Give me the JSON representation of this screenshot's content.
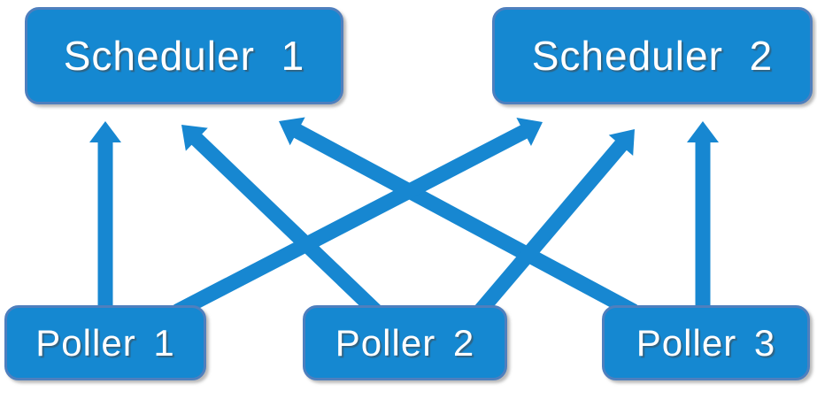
{
  "diagram": {
    "type": "node-edge-diagram",
    "background_color": "#ffffff",
    "colors": {
      "node_fill": "#1588D1",
      "node_border": "#4E7FBE",
      "arrow": "#1787D1",
      "label_text": "#ffffff"
    },
    "nodes": {
      "schedulers": [
        {
          "id": "scheduler-1",
          "label": "Scheduler 1"
        },
        {
          "id": "scheduler-2",
          "label": "Scheduler 2"
        }
      ],
      "pollers": [
        {
          "id": "poller-1",
          "label": "Poller 1"
        },
        {
          "id": "poller-2",
          "label": "Poller 2"
        },
        {
          "id": "poller-3",
          "label": "Poller 3"
        }
      ]
    },
    "edges": [
      {
        "from": "poller-1",
        "to": "scheduler-1"
      },
      {
        "from": "poller-2",
        "to": "scheduler-1"
      },
      {
        "from": "poller-3",
        "to": "scheduler-1"
      },
      {
        "from": "poller-1",
        "to": "scheduler-2"
      },
      {
        "from": "poller-2",
        "to": "scheduler-2"
      },
      {
        "from": "poller-3",
        "to": "scheduler-2"
      }
    ],
    "arrow_direction": "pollers-to-schedulers"
  }
}
